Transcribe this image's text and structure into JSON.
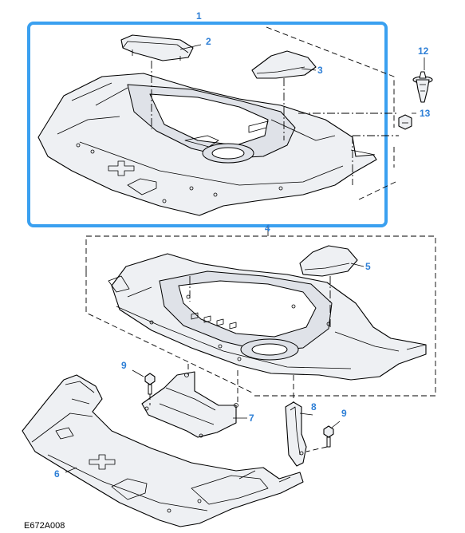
{
  "figure_id": "E672A008",
  "highlight_color": "#3aa0f0",
  "callout_color": "#2e7fd6",
  "callouts": [
    {
      "label": "1"
    },
    {
      "label": "2"
    },
    {
      "label": "3"
    },
    {
      "label": "4"
    },
    {
      "label": "5"
    },
    {
      "label": "6"
    },
    {
      "label": "7"
    },
    {
      "label": "8"
    },
    {
      "label": "9"
    },
    {
      "label": "9"
    },
    {
      "label": "12"
    },
    {
      "label": "13"
    }
  ]
}
